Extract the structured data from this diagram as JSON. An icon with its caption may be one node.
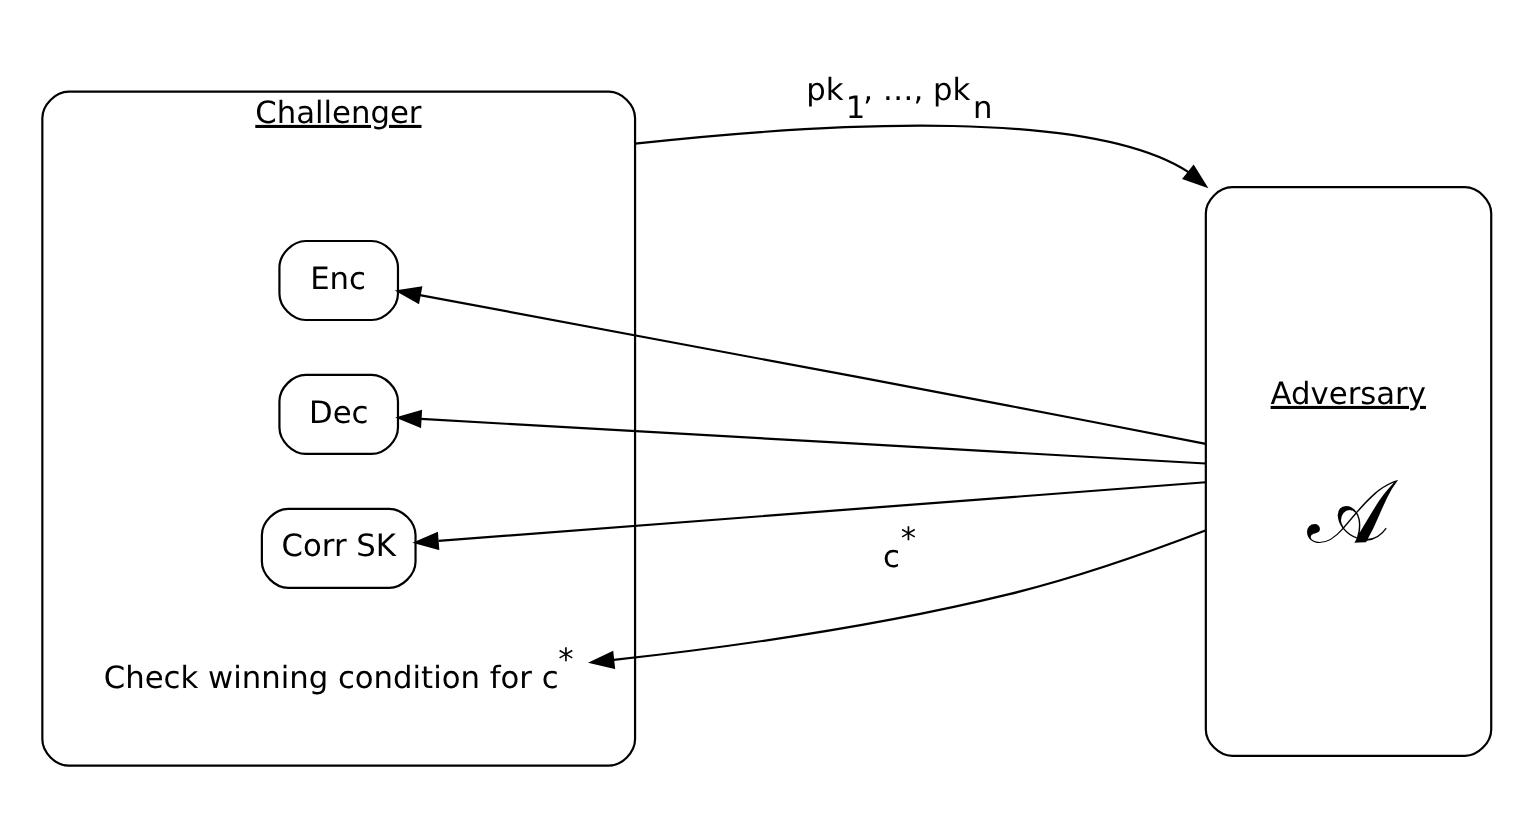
{
  "diagram": {
    "nodes": [
      {
        "text": [
          "Challenger"
        ]
      },
      {
        "text": [
          "Enc"
        ],
        "in": 0
      },
      {
        "text": [
          "Dec"
        ],
        "in": 0
      },
      {
        "text": [
          "Corr SK"
        ],
        "in": 0
      },
      {
        "text": [
          "Check winning condition for c$^{*}$"
        ],
        "in": 0
      },
      {
        "text": [
          "Adversary",
          "𝒜"
        ]
      }
    ],
    "edges": [
      {
        "from": 0,
        "to": 5,
        "arrow": "to",
        "label": "pk$_{1}$, …, pk$_{n}$"
      },
      {
        "from": 5,
        "to": 1,
        "arrow": "to"
      },
      {
        "from": 5,
        "to": 2,
        "arrow": "to"
      },
      {
        "from": 5,
        "to": 3,
        "arrow": "to"
      },
      {
        "from": 5,
        "to": 4,
        "arrow": "to",
        "label": "c$^{*}$"
      }
    ]
  }
}
